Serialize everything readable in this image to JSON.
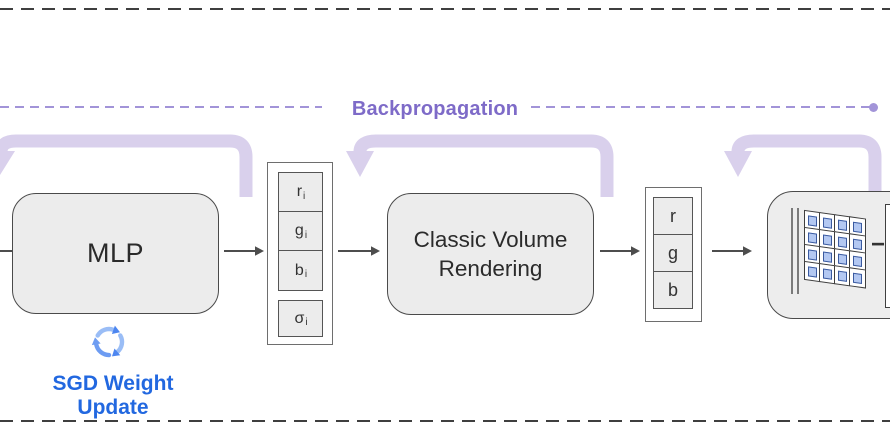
{
  "backprop": {
    "label": "Backpropagation",
    "terminal_icon": "dot-icon"
  },
  "sgd": {
    "label": "SGD Weight Update",
    "icon_name": "cycle-arrows-icon"
  },
  "modules": {
    "mlp": {
      "label": "MLP"
    },
    "volume_rendering": {
      "line1": "Classic Volume",
      "line2": "Rendering"
    },
    "sample_vector": {
      "cells": [
        {
          "base": "r",
          "sub": "i"
        },
        {
          "base": "g",
          "sub": "i"
        },
        {
          "base": "b",
          "sub": "i"
        },
        {
          "base": "σ",
          "sub": "i"
        }
      ]
    },
    "pixel_vector": {
      "cells": [
        {
          "base": "r"
        },
        {
          "base": "g"
        },
        {
          "base": "b"
        }
      ]
    },
    "rendered_image": {
      "icon_name": "pixel-grid-icon",
      "grid_rows": 4,
      "grid_cols": 4,
      "minus_label": "−"
    }
  },
  "colors": {
    "purple-band": "#d9d0ec",
    "purple-text": "#7e6bc8",
    "purple-dash": "#a294d8",
    "blue-text": "#2268e0",
    "blue-icon": "#4d86f0",
    "pixel-blue": "#b3c8f2",
    "box-fill": "#ececec",
    "ink": "#3f3f3f"
  }
}
